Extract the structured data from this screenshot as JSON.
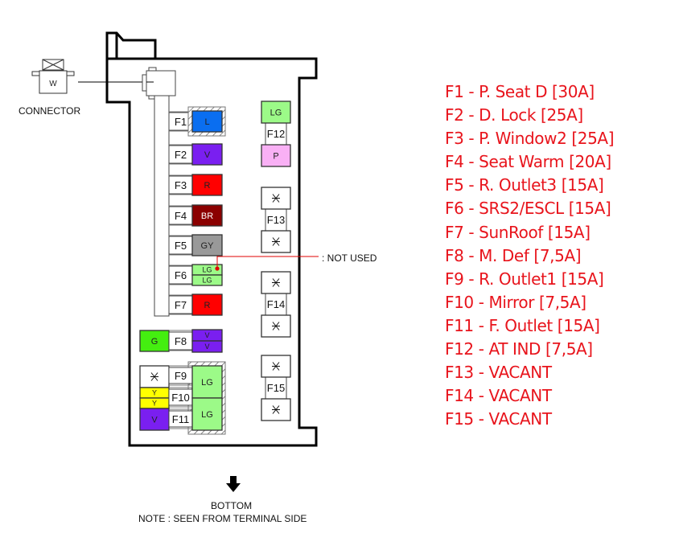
{
  "connector": {
    "label": "CONNECTOR",
    "code": "W"
  },
  "not_used_label": ": NOT USED",
  "footer": {
    "direction": "BOTTOM",
    "note": "NOTE : SEEN FROM TERMINAL SIDE"
  },
  "colors": {
    "L": "#0a6ef0",
    "V": "#7a1ff0",
    "R": "#ff0000",
    "BR": "#8b0000",
    "GY": "#999999",
    "LG": "#9cfa88",
    "G": "#44ee10",
    "P": "#f9b0f5",
    "Y": "#ffff00",
    "white": "#ffffff",
    "legend_text": "#e8141c",
    "not_used_dot": "#e00000"
  },
  "fuses": [
    {
      "id": "F1",
      "wires": [
        "L"
      ]
    },
    {
      "id": "F2",
      "wires": [
        "V"
      ]
    },
    {
      "id": "F3",
      "wires": [
        "R"
      ]
    },
    {
      "id": "F4",
      "wires": [
        "BR"
      ]
    },
    {
      "id": "F5",
      "wires": [
        "GY"
      ]
    },
    {
      "id": "F6",
      "wires": [
        "LG",
        "LG"
      ],
      "not_used_marker": true
    },
    {
      "id": "F7",
      "wires": [
        "R"
      ]
    },
    {
      "id": "F8",
      "left_wire": "G",
      "wires": [
        "V",
        "V"
      ]
    },
    {
      "id": "F9",
      "left_wire": "*",
      "wires": [
        "LG"
      ]
    },
    {
      "id": "F10",
      "left_wire": [
        "Y",
        "Y"
      ],
      "wires": []
    },
    {
      "id": "F11",
      "left_wire": "V",
      "wires": [
        "LG"
      ]
    },
    {
      "id": "F12",
      "top": "LG",
      "bottom": "P"
    },
    {
      "id": "F13",
      "top": "*",
      "bottom": "*"
    },
    {
      "id": "F14",
      "top": "*",
      "bottom": "*"
    },
    {
      "id": "F15",
      "top": "*",
      "bottom": "*"
    }
  ],
  "legend": [
    "F1 - P.  Seat D [30A]",
    "F2 - D. Lock [25A]",
    "F3 - P.  Window2 [25A]",
    "F4 - Seat Warm [20A]",
    "F5 - R.  Outlet3 [15A]",
    "F6 - SRS2/ESCL [15A]",
    "F7 - SunRoof [15A]",
    "F8 - M.  Def [7,5A]",
    "F9 - R.  Outlet1 [15A]",
    "F10 - Mirror [7,5A]",
    "F11 - F.  Outlet [15A]",
    "F12 - AT IND [7,5A]",
    "F13 - VACANT",
    "F14 - VACANT",
    "F15 - VACANT"
  ]
}
